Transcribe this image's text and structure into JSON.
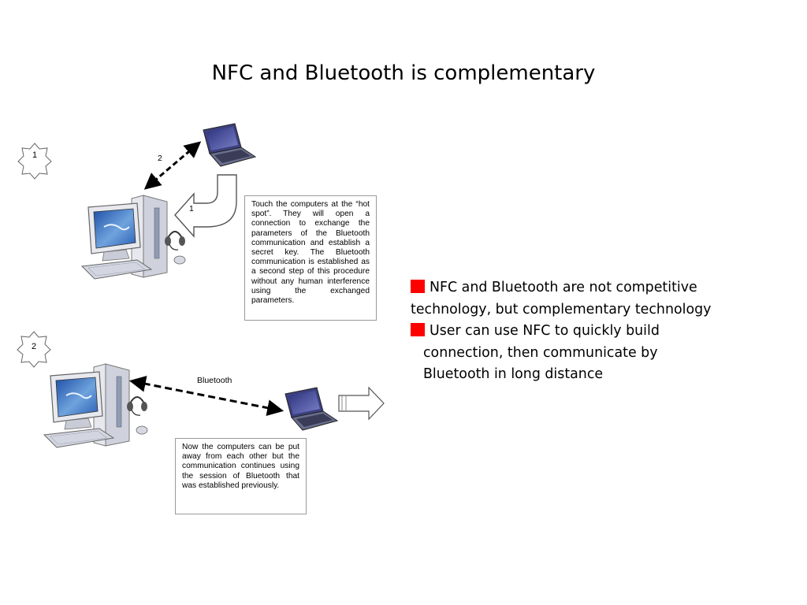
{
  "title": "NFC and Bluetooth is complementary",
  "steps": {
    "one": "1",
    "two": "2"
  },
  "labels": {
    "arrow_step_1": "1",
    "arrow_step_2": "2",
    "bluetooth": "Bluetooth"
  },
  "notes": {
    "touch": "Touch the computers at the “hot spot”. They will open a connection to exchange the parameters of the Bluetooth communication and establish a secret key. The Bluetooth communication is established as a second step of this procedure without any human interference using the exchanged parameters.",
    "apart": "Now the computers can be put away from each other but the communication continues using the session of Bluetooth that was established previously."
  },
  "bullets": {
    "b1_line1": "NFC and Bluetooth are not competitive",
    "b1_line2": "technology, but complementary technology",
    "b2_line1": "User can use NFC to quickly build",
    "b2_line2": "connection, then communicate by",
    "b2_line3": "Bluetooth in long distance"
  },
  "colors": {
    "bullet": "#ff0000",
    "screen": "#3a6fc2",
    "laptop": "#4a4e8a",
    "case": "#d9dbe3"
  },
  "icons": [
    "step-badge-icon",
    "desktop-computer-icon",
    "laptop-icon",
    "headset-icon",
    "mouse-icon",
    "curved-arrow-icon",
    "outline-arrow-icon",
    "dashed-double-arrow-icon"
  ]
}
